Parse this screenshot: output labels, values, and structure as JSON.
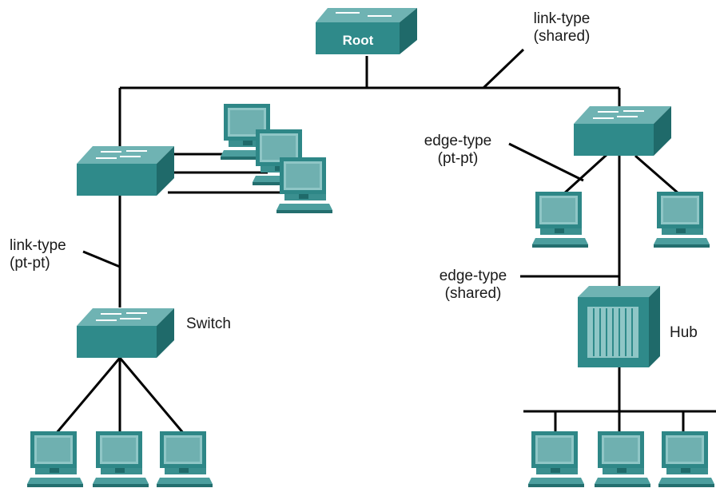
{
  "diagram": {
    "root_label": "Root",
    "link_shared": {
      "line1": "link-type",
      "line2": "(shared)"
    },
    "edge_ptpt": {
      "line1": "edge-type",
      "line2": "(pt-pt)"
    },
    "link_ptpt": {
      "line1": "link-type",
      "line2": "(pt-pt)"
    },
    "edge_shared": {
      "line1": "edge-type",
      "line2": "(shared)"
    },
    "switch_label": "Switch",
    "hub_label": "Hub"
  },
  "colors": {
    "device_top": "#6fb3b3",
    "device_front": "#2f8a8a",
    "device_side": "#1f6a6a",
    "line": "#000000",
    "text": "#1a1a1a"
  }
}
